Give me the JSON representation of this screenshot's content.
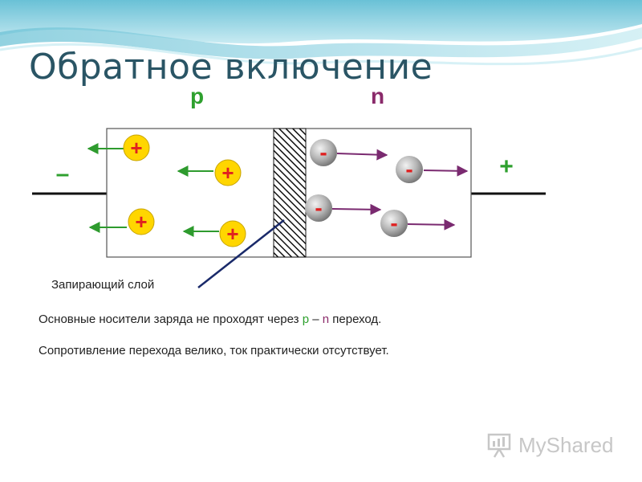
{
  "slide": {
    "title": "Обратное включение",
    "p_label": "p",
    "n_label": "n",
    "left_terminal": "–",
    "right_terminal": "+",
    "hole_sign": "+",
    "electron_sign": "-",
    "barrier_label": "Запирающий слой",
    "line1": {
      "before": "Основные носители заряда не проходят через ",
      "p": "p",
      "dash": " – ",
      "n": "n",
      "after": " переход."
    },
    "line2": "Сопротивление перехода велико, ток практически отсутствует."
  },
  "colors": {
    "title": "#2a5565",
    "p_region": "#2ea02e",
    "n_region": "#8a2a6a",
    "hole_fill": "#ffd600",
    "hole_sign": "#e02020",
    "electron_sign": "#e02020",
    "hole_arrow": "#2e9b2e",
    "electron_arrow": "#7a2a70",
    "barrier_pointer": "#1a2a6a"
  },
  "icons": {
    "hole": "plus-in-yellow-circle",
    "electron": "minus-in-grey-ball",
    "barrier": "hatched-depletion-layer",
    "watermark": "myshared-logo"
  },
  "watermark": {
    "text": "MyShared"
  }
}
